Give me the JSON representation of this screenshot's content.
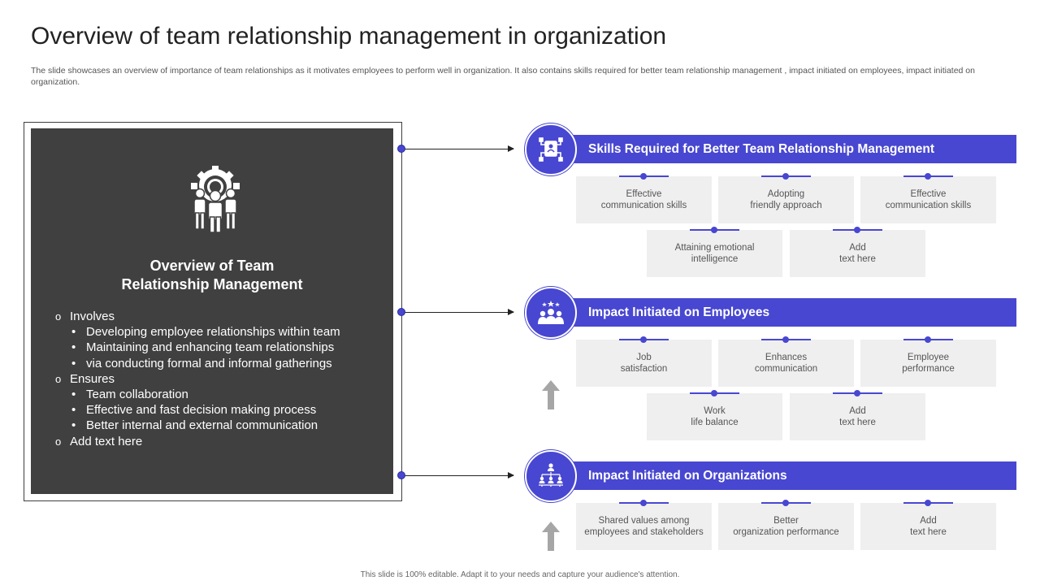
{
  "slide": {
    "title": "Overview of team relationship management in organization",
    "subtitle": "The slide showcases an overview of importance of team relationships as it motivates employees to perform well in organization. It also contains skills required for better team relationship management , impact initiated on employees, impact initiated on organization.",
    "footer": "This slide is 100% editable.  Adapt it to your needs and capture your audience's attention."
  },
  "overview": {
    "icon": "team-gear-icon",
    "title_line1": "Overview of Team",
    "title_line2": "Relationship Management",
    "involves": "Involves",
    "involves_items": [
      "Developing employee relationships within team",
      "Maintaining and enhancing team relationships",
      "via conducting formal and informal gatherings"
    ],
    "ensures": "Ensures",
    "ensures_items": [
      "Team collaboration",
      "Effective and fast decision making process",
      "Better internal and external communication"
    ],
    "add_text": "Add text here"
  },
  "sections": [
    {
      "icon": "id-card-network-icon",
      "title": "Skills Required for Better Team Relationship Management",
      "cards": [
        [
          "Effective",
          "communication skills"
        ],
        [
          "Adopting",
          "friendly approach"
        ],
        [
          "Effective",
          "communication skills"
        ],
        [
          "Attaining emotional",
          "intelligence"
        ],
        [
          "Add",
          "text here"
        ]
      ]
    },
    {
      "icon": "employees-star-icon",
      "title": "Impact Initiated on Employees",
      "cards": [
        [
          "Job",
          "satisfaction"
        ],
        [
          "Enhances",
          "communication"
        ],
        [
          "Employee",
          "performance"
        ],
        [
          "Work",
          "life balance"
        ],
        [
          "Add",
          "text here"
        ]
      ]
    },
    {
      "icon": "org-chart-icon",
      "title": "Impact Initiated on Organizations",
      "cards": [
        [
          "Shared values among",
          "employees and stakeholders"
        ],
        [
          "Better",
          "organization performance"
        ],
        [
          "Add",
          "text here"
        ]
      ]
    }
  ],
  "colors": {
    "accent": "#4847d1",
    "panel": "#404040",
    "card": "#efefef",
    "arrow": "#a6a6a6"
  }
}
